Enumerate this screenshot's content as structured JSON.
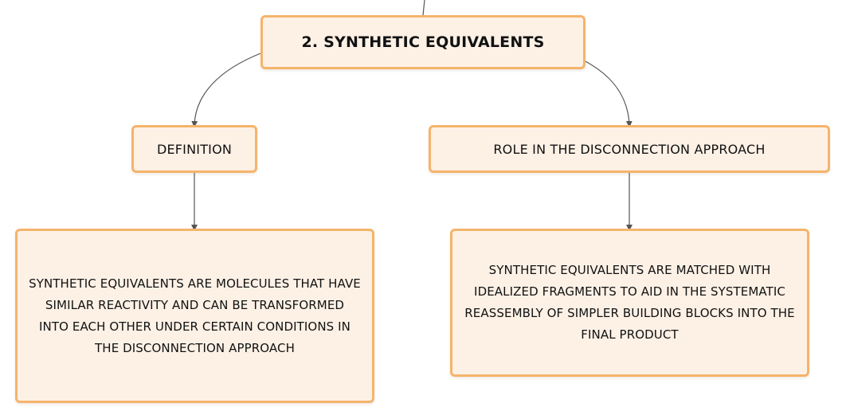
{
  "diagram": {
    "root": {
      "label": "2. SYNTHETIC EQUIVALENTS"
    },
    "branches": [
      {
        "label": "DEFINITION",
        "description": "SYNTHETIC EQUIVALENTS ARE MOLECULES THAT HAVE SIMILAR REACTIVITY AND CAN BE TRANSFORMED INTO EACH OTHER UNDER CERTAIN CONDITIONS IN THE DISCONNECTION APPROACH"
      },
      {
        "label": "ROLE IN THE DISCONNECTION APPROACH",
        "description": "SYNTHETIC EQUIVALENTS ARE MATCHED WITH IDEALIZED FRAGMENTS TO AID IN THE SYSTEMATIC REASSEMBLY OF SIMPLER BUILDING BLOCKS INTO THE FINAL PRODUCT"
      }
    ],
    "colors": {
      "node_fill": "#fdf1e6",
      "node_border": "#f5b46b",
      "connector": "#555555"
    }
  }
}
